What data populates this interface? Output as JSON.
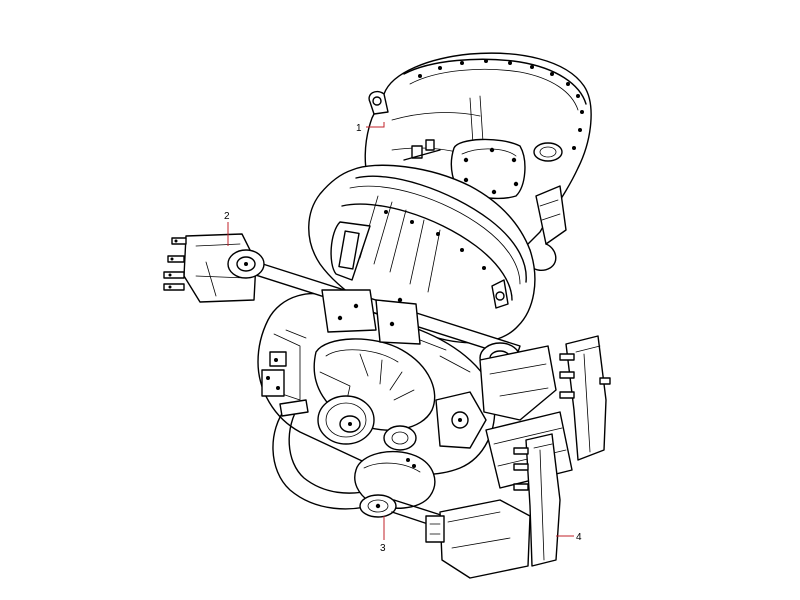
{
  "diagram": {
    "callouts": [
      {
        "id": "1",
        "label": "1"
      },
      {
        "id": "2",
        "label": "2"
      },
      {
        "id": "3",
        "label": "3"
      },
      {
        "id": "4",
        "label": "4"
      }
    ],
    "colors": {
      "line": "#000000",
      "leader": "#c0202a",
      "background": "#ffffff"
    }
  }
}
